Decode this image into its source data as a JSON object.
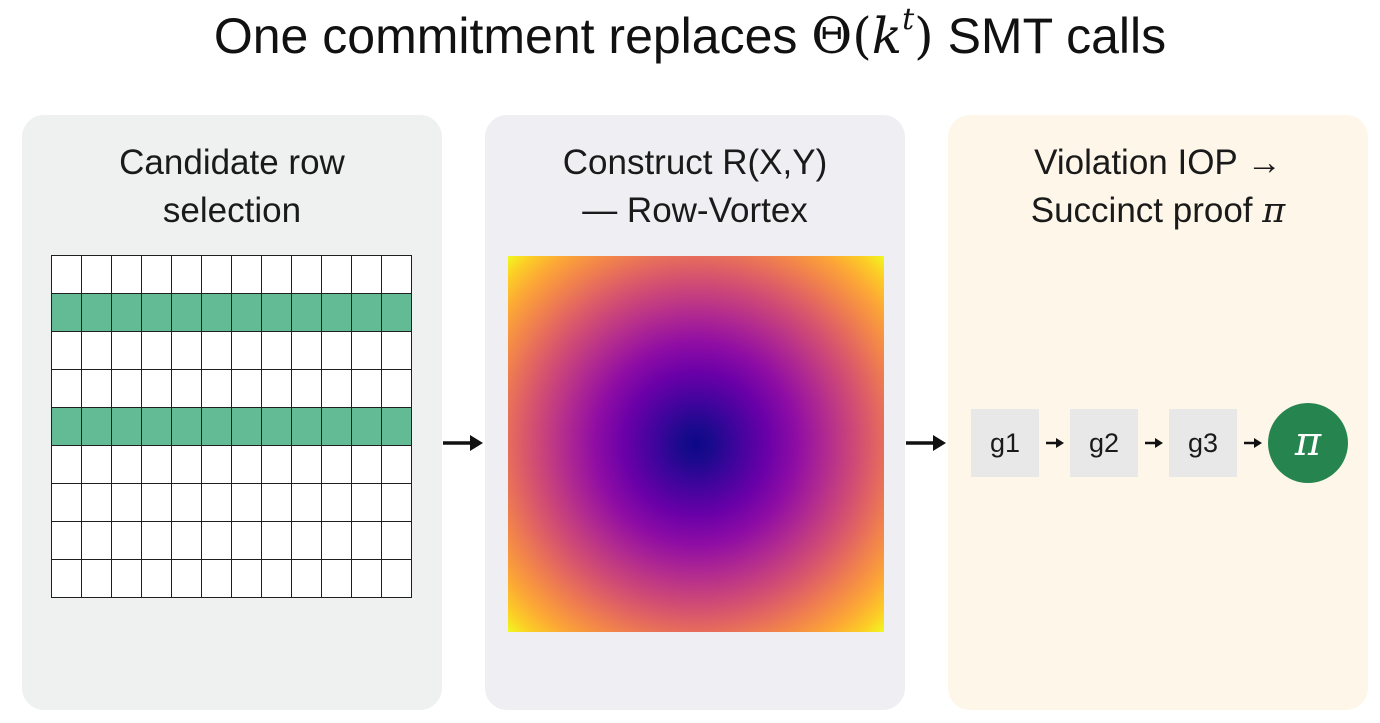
{
  "title": {
    "prefix": "One commitment replaces ",
    "math_open": "Θ(",
    "math_var": "k",
    "math_sup": "t",
    "math_close": ")",
    "suffix": " SMT calls"
  },
  "panels": [
    {
      "title_line1": "Candidate row",
      "title_line2": "selection",
      "grid": {
        "rows": 9,
        "cols": 12,
        "highlighted_rows": [
          1,
          4
        ],
        "highlight_color": "#63bb95"
      }
    },
    {
      "title_line1": "Construct R(X,Y)",
      "title_line2": "— Row-Vortex",
      "heatmap": {
        "colormap": "plasma",
        "center_color": "#0d0887",
        "edge_color": "#f0f921"
      }
    },
    {
      "title_line1": "Violation IOP →",
      "title_line2": "Succinct proof ",
      "title_symbol": "π",
      "gates": [
        "g1",
        "g2",
        "g3"
      ],
      "proof_symbol": "π",
      "proof_color": "#26844f"
    }
  ]
}
